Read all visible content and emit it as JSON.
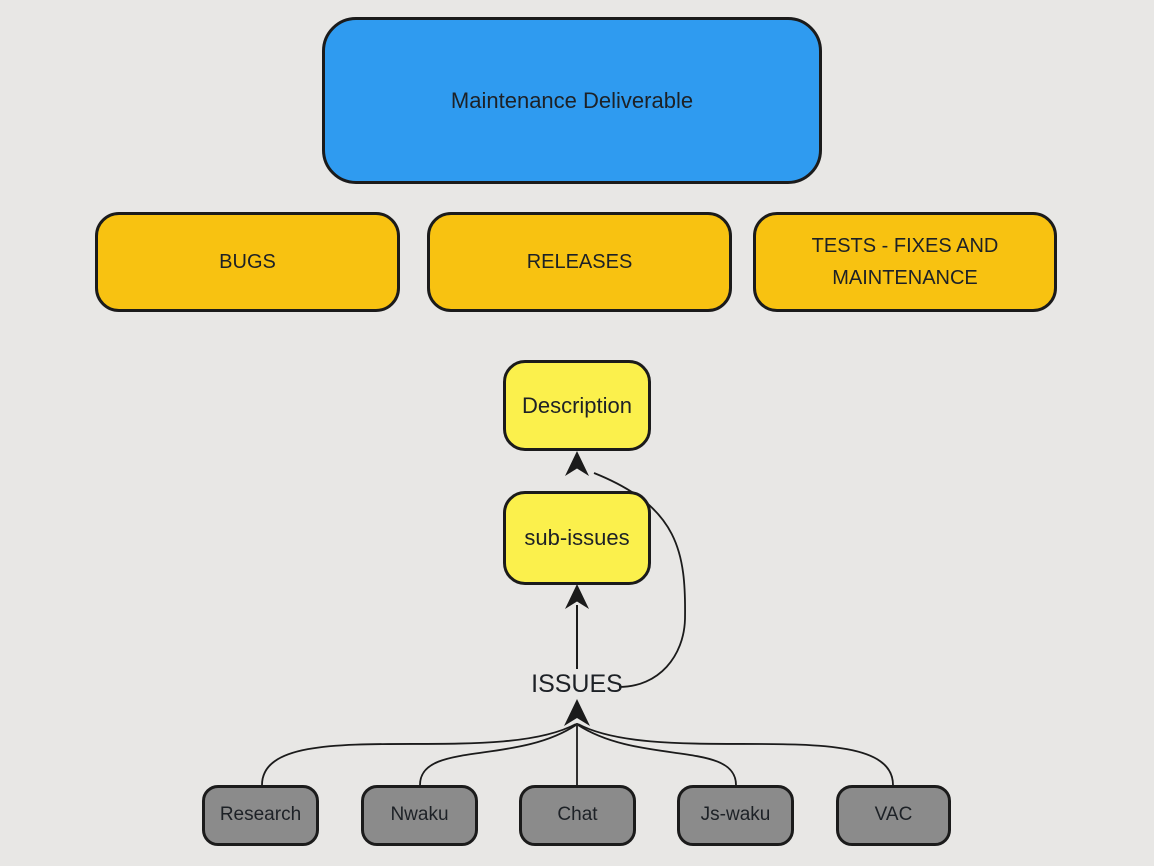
{
  "colors": {
    "background": "#e8e7e5",
    "line": "#1b1b1b",
    "text": "#1d2126",
    "root_fill": "#2f9bf0",
    "tier2_fill": "#f8c211",
    "detail_fill": "#fbf04c",
    "source_fill": "#8b8b8b"
  },
  "nodes": {
    "root": {
      "label": "Maintenance Deliverable",
      "fill": "#2f9bf0"
    },
    "bugs": {
      "label": "BUGS",
      "fill": "#f8c211"
    },
    "releases": {
      "label": "RELEASES",
      "fill": "#f8c211"
    },
    "tests": {
      "label": "TESTS - FIXES AND MAINTENANCE",
      "fill": "#f8c211"
    },
    "description": {
      "label": "Description",
      "fill": "#fbf04c"
    },
    "sub_issues": {
      "label": "sub-issues",
      "fill": "#fbf04c"
    },
    "issues": {
      "label": "ISSUES"
    },
    "research": {
      "label": "Research",
      "fill": "#8b8b8b"
    },
    "nwaku": {
      "label": "Nwaku",
      "fill": "#8b8b8b"
    },
    "chat": {
      "label": "Chat",
      "fill": "#8b8b8b"
    },
    "js_waku": {
      "label": "Js-waku",
      "fill": "#8b8b8b"
    },
    "vac": {
      "label": "VAC",
      "fill": "#8b8b8b"
    }
  },
  "edges": [
    {
      "from": "issues",
      "to": "sub_issues",
      "arrow": true
    },
    {
      "from": "issues",
      "to": "description",
      "arrow": true
    },
    {
      "from": "research",
      "to": "issues",
      "arrow": true
    },
    {
      "from": "nwaku",
      "to": "issues",
      "arrow": true
    },
    {
      "from": "chat",
      "to": "issues",
      "arrow": true
    },
    {
      "from": "js_waku",
      "to": "issues",
      "arrow": true
    },
    {
      "from": "vac",
      "to": "issues",
      "arrow": true
    }
  ]
}
